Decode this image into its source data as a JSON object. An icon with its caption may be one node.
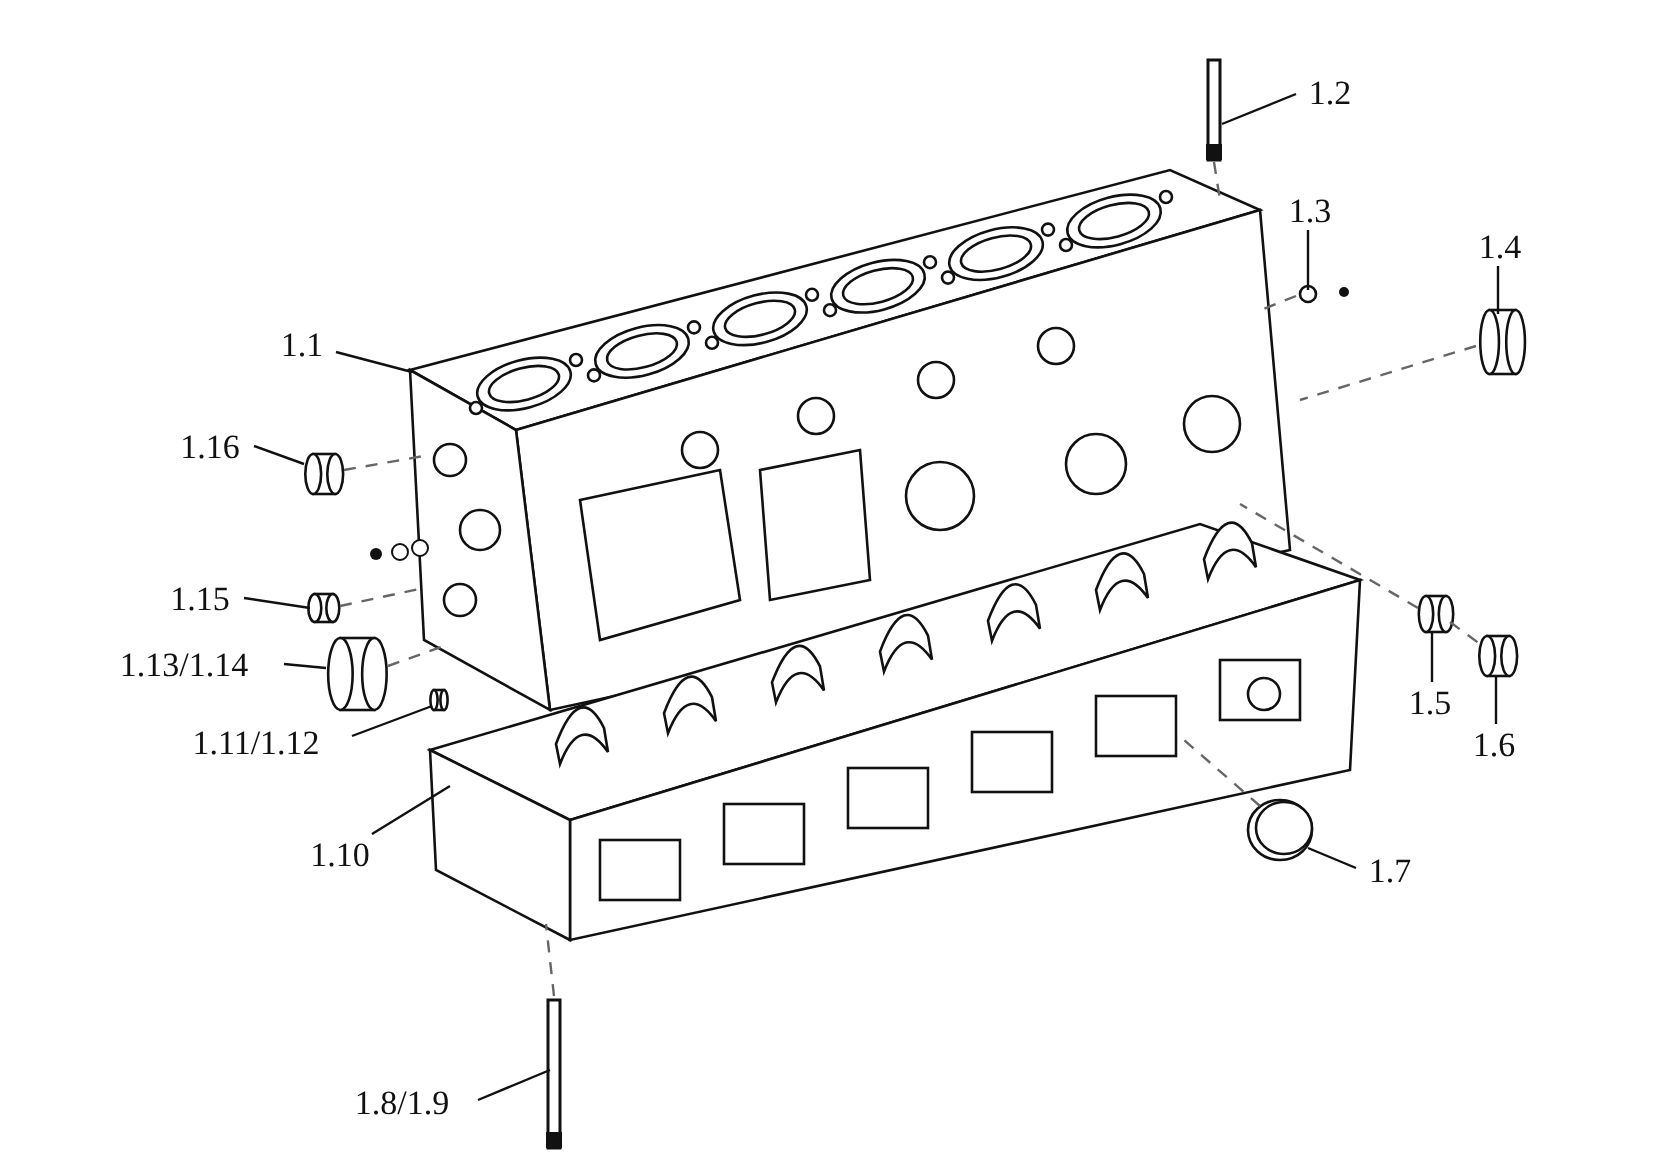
{
  "diagram": {
    "nodes": [
      {
        "text": [
          "1.1"
        ]
      },
      {
        "text": [
          "1.2"
        ]
      },
      {
        "text": [
          "1.3"
        ]
      },
      {
        "text": [
          "1.4"
        ]
      },
      {
        "text": [
          "1.5"
        ]
      },
      {
        "text": [
          "1.6"
        ]
      },
      {
        "text": [
          "1.7"
        ]
      },
      {
        "text": [
          "1.8/1.9"
        ]
      },
      {
        "text": [
          "1.10"
        ]
      },
      {
        "text": [
          "1.11/1.12"
        ]
      },
      {
        "text": [
          "1.13/1.14"
        ]
      },
      {
        "text": [
          "1.15"
        ]
      },
      {
        "text": [
          "1.16"
        ]
      },
      {
        "text": [],
        "shape": "picture"
      },
      {
        "text": [],
        "shape": "picture"
      },
      {
        "text": [],
        "shape": "bar"
      },
      {
        "text": [],
        "shape": "circle"
      },
      {
        "text": [],
        "shape": "cylinder"
      },
      {
        "text": [],
        "shape": "cylinder"
      },
      {
        "text": [],
        "shape": "cylinder"
      },
      {
        "text": [],
        "shape": "cylinder"
      },
      {
        "text": [],
        "shape": "bar"
      },
      {
        "text": [],
        "shape": "cylinder"
      },
      {
        "text": [],
        "shape": "cylinder"
      },
      {
        "text": [],
        "shape": "cylinder"
      },
      {
        "text": [],
        "shape": "cylinder"
      }
    ],
    "edges": [
      {
        "from": 0,
        "to": 13,
        "arrow": "none"
      },
      {
        "from": 1,
        "to": 15,
        "arrow": "none"
      },
      {
        "from": 2,
        "to": 16,
        "arrow": "none"
      },
      {
        "from": 3,
        "to": 17,
        "arrow": "none"
      },
      {
        "from": 4,
        "to": 18,
        "arrow": "none"
      },
      {
        "from": 5,
        "to": 19,
        "arrow": "none"
      },
      {
        "from": 6,
        "to": 20,
        "arrow": "none"
      },
      {
        "from": 7,
        "to": 21,
        "arrow": "none"
      },
      {
        "from": 8,
        "to": 14,
        "arrow": "none"
      },
      {
        "from": 9,
        "to": 22,
        "arrow": "none"
      },
      {
        "from": 10,
        "to": 23,
        "arrow": "none"
      },
      {
        "from": 11,
        "to": 24,
        "arrow": "none"
      },
      {
        "from": 12,
        "to": 25,
        "arrow": "none"
      },
      {
        "from": 15,
        "to": 13,
        "arrow": "none",
        "style": "dashed"
      },
      {
        "from": 16,
        "to": 13,
        "arrow": "none",
        "style": "dashed"
      },
      {
        "from": 17,
        "to": 13,
        "arrow": "none",
        "style": "dashed"
      },
      {
        "from": 18,
        "to": 13,
        "arrow": "none",
        "style": "dashed"
      },
      {
        "from": 18,
        "to": 19,
        "arrow": "none",
        "style": "dashed"
      },
      {
        "from": 20,
        "to": 14,
        "arrow": "none",
        "style": "dashed"
      },
      {
        "from": 21,
        "to": 14,
        "arrow": "none",
        "style": "dashed"
      },
      {
        "from": 23,
        "to": 13,
        "arrow": "none",
        "style": "dashed"
      },
      {
        "from": 24,
        "to": 13,
        "arrow": "none",
        "style": "dashed"
      },
      {
        "from": 25,
        "to": 13,
        "arrow": "none",
        "style": "dashed"
      }
    ]
  }
}
